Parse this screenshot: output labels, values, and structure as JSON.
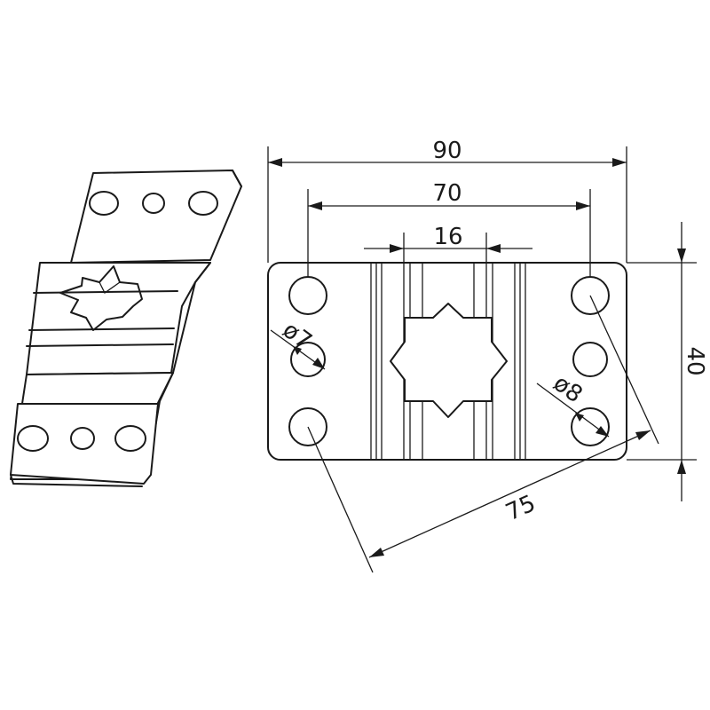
{
  "dimensions": {
    "overall_width": "90",
    "outer_hole_spacing": "70",
    "slot_width": "16",
    "height": "40",
    "diagonal": "75",
    "small_hole_dia": "ø7",
    "large_hole_dia": "ø8"
  },
  "colors": {
    "line": "#1a1a1a",
    "background": "#ffffff"
  }
}
